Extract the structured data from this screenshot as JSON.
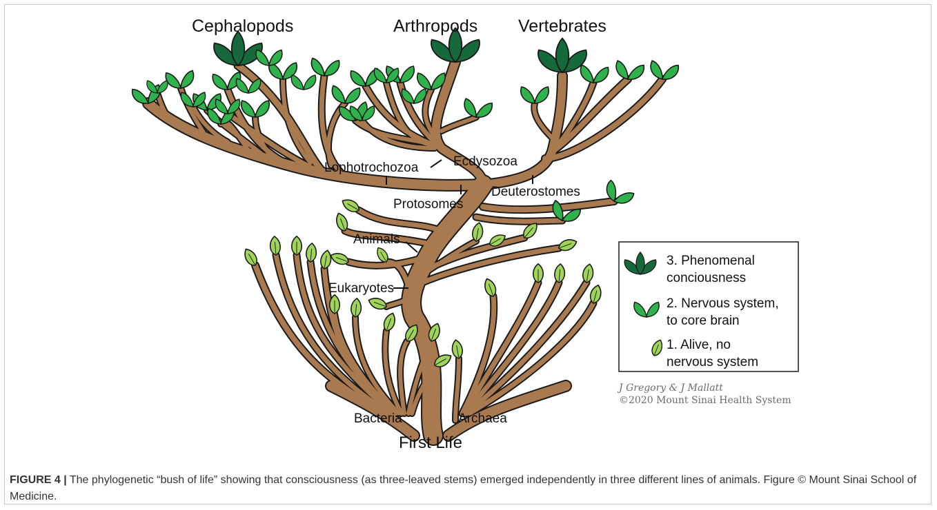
{
  "figure": {
    "clade_labels": {
      "cephalopods": "Cephalopods",
      "arthropods": "Arthropods",
      "vertebrates": "Vertebrates",
      "lophotrochozoa": "Lophotrochozoa",
      "ecdysozoa": "Ecdysozoa",
      "protosomes": "Protosomes",
      "deuterostomes": "Deuterostomes",
      "animals": "Animals",
      "eukaryotes": "Eukaryotes",
      "bacteria": "Bacteria",
      "archaea": "Archaea",
      "first_life": "First Life"
    },
    "legend": {
      "items": [
        {
          "line1": "3. Phenomenal",
          "line2": "conciousness",
          "icon": "three-dark-leaves-icon"
        },
        {
          "line1": "2. Nervous system,",
          "line2": "to core brain",
          "icon": "two-leaves-icon"
        },
        {
          "line1": "1. Alive, no",
          "line2": "nervous system",
          "icon": "single-leaf-icon"
        }
      ]
    },
    "credit": {
      "authors": "J Gregory & J Mallatt",
      "copyright": "©2020 Mount Sinai Health System"
    }
  },
  "caption": {
    "label": "FIGURE 4 |",
    "text": " The phylogenetic “bush of life” showing that consciousness (as three-leaved stems) emerged independently in three different lines of animals. Figure © Mount Sinai School of Medicine."
  },
  "colors": {
    "trunk": "#a97a4f",
    "trunk_outline": "#1a1a1a",
    "leaf_level1": "#9fd45a",
    "leaf_level2": "#2fb24b",
    "leaf_level3": "#15693a"
  }
}
